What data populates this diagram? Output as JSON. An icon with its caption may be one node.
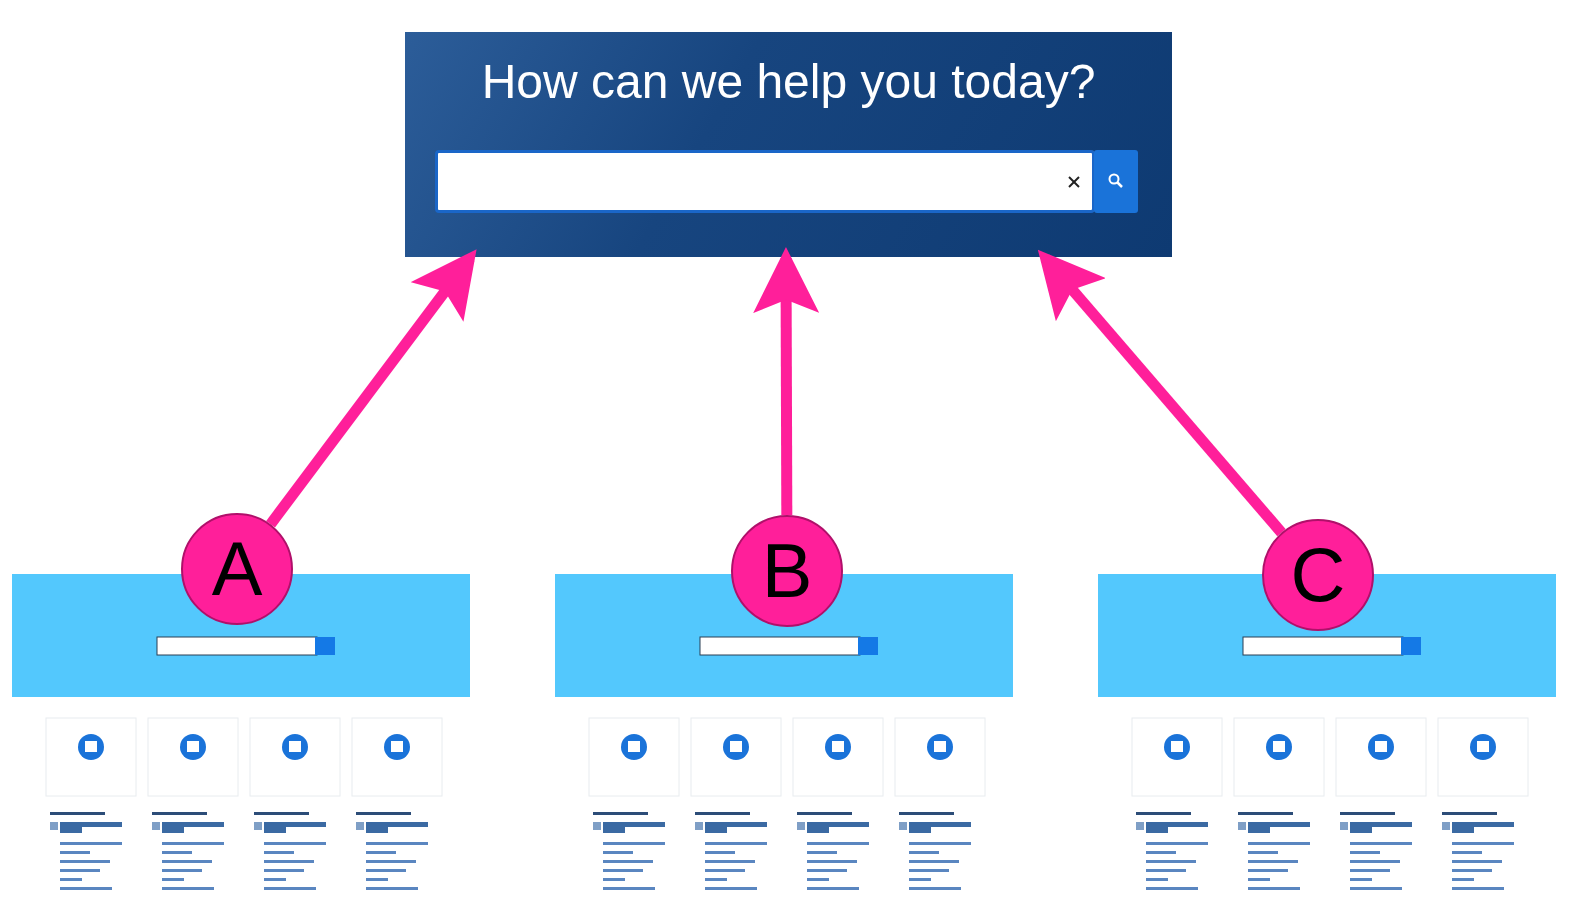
{
  "diagram": {
    "nodes": [
      {
        "text": [
          "How can we help you today?"
        ]
      },
      {
        "text": [
          "A"
        ]
      },
      {
        "text": [
          "B"
        ]
      },
      {
        "text": [
          "C"
        ]
      }
    ],
    "edges": [
      {
        "from": 1,
        "to": 0,
        "arrow": "to"
      },
      {
        "from": 2,
        "to": 0,
        "arrow": "to"
      },
      {
        "from": 3,
        "to": 0,
        "arrow": "to"
      }
    ]
  }
}
